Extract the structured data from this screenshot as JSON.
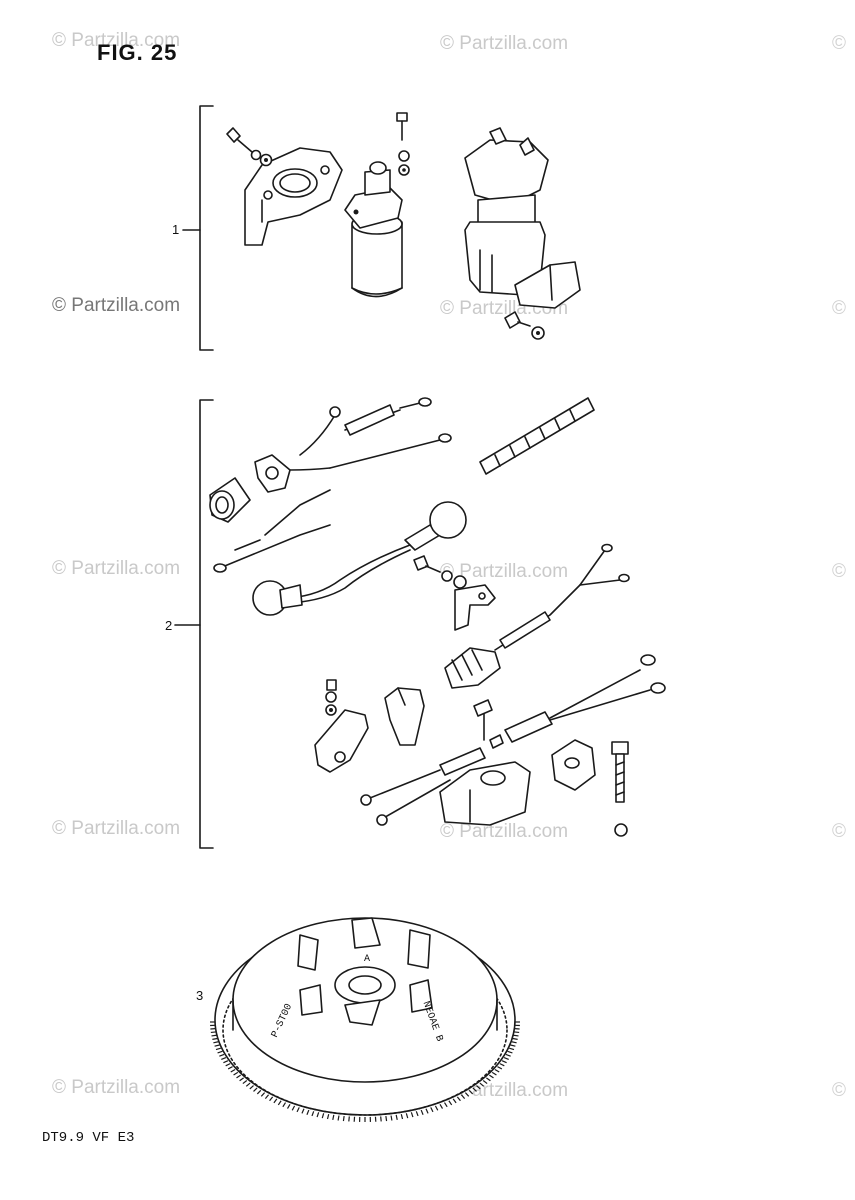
{
  "figure": {
    "title": "FIG. 25",
    "model": "DT9.9 VF E3"
  },
  "callouts": [
    {
      "number": "1"
    },
    {
      "number": "2"
    },
    {
      "number": "3"
    }
  ],
  "watermark": {
    "text": "© Partzilla.com",
    "partial": "© Partzilla.com",
    "symbol": "©",
    "color": "#c9c9c9"
  },
  "flywheel_markings": [
    "A",
    "NEOAE B",
    "P-ST00"
  ]
}
